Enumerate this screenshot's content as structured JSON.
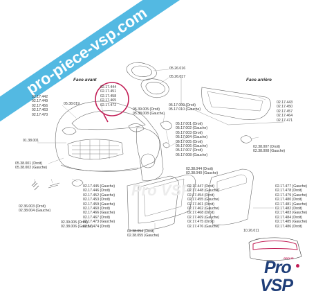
{
  "brand": {
    "accent": "#46b4e0",
    "navy": "#1f3e78",
    "magenta": "#c21e56"
  },
  "ribbon_text": "pro-piece-vsp.com",
  "watermark": "Pro VSP",
  "logo": {
    "group": "GROUP",
    "pro": "Pro",
    "vsp": "VSP"
  },
  "sections": {
    "front": "Face avant",
    "rear": "Face arrière"
  },
  "labels": {
    "headlamp_top": "05.26.016",
    "headlamp_mid": "05.26.017",
    "hood_list": "02.17.444\n02.17.451\n02.17.458\n02.17.465\n02.17.472",
    "front_left_list": "02.17.442\n02.17.449\n02.17.456\n02.17.463\n02.17.470",
    "front_small": "05.38.019",
    "grille": "01.38.001",
    "fog_pair": "05.38.001 (Droit)\n05.38.002 (Gauche)",
    "mirror": "05.39.005 (Droit)\n05.38.008 (Gauche)",
    "fender_lamp": "05.17.009 (Droit)\n05.17.010 (Gauche)",
    "fender_list": "05.17.001 (Droit)\n05.17.002 (Gauche)\n05.17.003 (Droit)\n05.17.004 (Gauche)\n05.17.005 (Droit)\n05.17.006 (Gauche)\n05.17.007 (Droit)\n05.17.008 (Gauche)",
    "rear_list": "02.17.443\n02.17.450\n02.17.457\n02.17.464\n02.17.471",
    "rear_reflector": "02.38.007 (Droit)\n02.38.008 (Gauche)",
    "door_trim": "02.38.044 (Droit)\n02.38.040 (Gauche)",
    "fender_trim": "02.17.445 (Gauche)\n02.17.446 (Droit)\n02.17.452 (Gauche)\n02.17.453 (Droit)\n02.17.459 (Gauche)\n02.17.460 (Droit)\n02.17.466 (Gauche)\n02.17.467 (Droit)\n02.17.473 (Gauche)\n02.17.474 (Droit)",
    "door_mid": "02.17.447 (Droit)\n02.17.448 (Gauche)\n02.17.454 (Droit)\n02.17.455 (Gauche)\n02.17.461 (Droit)\n02.17.462 (Gauche)\n02.17.468 (Droit)\n02.17.469 (Gauche)\n02.17.475 (Droit)\n02.17.476 (Gauche)",
    "door_right": "02.17.477 (Gauche)\n02.17.478 (Droit)\n02.17.479 (Gauche)\n02.17.480 (Droit)\n02.17.481 (Gauche)\n02.17.482 (Droit)\n02.17.483 (Gauche)\n02.17.484 (Droit)\n02.17.485 (Gauche)\n02.17.486 (Droit)",
    "clip_pair": "02.36.003 (Droit)\n02.38.004 (Gauche)",
    "lamp_pair": "02.39.005 (Droit)\n02.38.006 (Gauche)",
    "sill_pair": "02.38.054 (Droit)\n02.38.055 (Gauche)",
    "windshield": "10.26.011"
  }
}
